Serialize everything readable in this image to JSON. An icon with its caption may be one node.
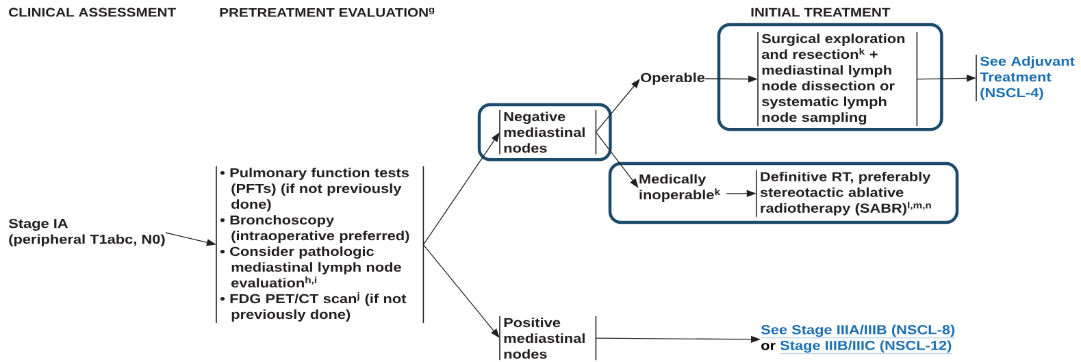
{
  "diagram": {
    "nodes": [
      {
        "text": [
          "Stage IA",
          "(peripheral T1abc, N0)"
        ]
      },
      {
        "text": [
          "• Pulmonary function tests (PFTs) (if not previously done)",
          "• Bronchoscopy (intraoperative preferred)",
          "• Consider pathologic mediastinal lymph node evaluation$^{h,i}$",
          "• FDG PET/CT scan$^{j}$ (if not previously done)"
        ]
      },
      {
        "text": [
          "Negative mediastinal nodes"
        ]
      },
      {
        "text": [
          "Operable"
        ]
      },
      {
        "text": [
          "Surgical exploration and resection$^{k}$ + mediastinal lymph node dissection or systematic lymph node sampling"
        ]
      },
      {
        "text": [
          "See Adjuvant Treatment (NSCL-4)"
        ]
      },
      {
        "text": [],
        "shape": "box"
      },
      {
        "text": [
          "Medically inoperable$^{k}$"
        ],
        "in": 6
      },
      {
        "text": [
          "Definitive RT, preferably stereotactic ablative radiotherapy (SABR)$^{l,m,n}$"
        ],
        "in": 6
      },
      {
        "text": [
          "Positive mediastinal nodes"
        ]
      },
      {
        "text": [
          "See Stage IIIA/IIIB (NSCL-8)",
          "or",
          "Stage IIIB/IIIC (NSCL-12)"
        ]
      }
    ],
    "edges": [
      {
        "from": 0,
        "to": 1,
        "arrow": "to"
      },
      {
        "from": 1,
        "to": 2,
        "arrow": "to"
      },
      {
        "from": 1,
        "to": 9,
        "arrow": "to"
      },
      {
        "from": 2,
        "to": 3,
        "arrow": "to"
      },
      {
        "from": 2,
        "to": 7,
        "arrow": "to"
      },
      {
        "from": 3,
        "to": 4,
        "arrow": "to"
      },
      {
        "from": 4,
        "to": 5,
        "arrow": "to"
      },
      {
        "from": 7,
        "to": 8,
        "arrow": "to"
      },
      {
        "from": 9,
        "to": 10,
        "arrow": "to"
      }
    ],
    "labels": [
      "CLINICAL ASSESSMENT",
      "PRETREATMENT EVALUATION$^{g}$",
      "INITIAL TREATMENT"
    ]
  }
}
